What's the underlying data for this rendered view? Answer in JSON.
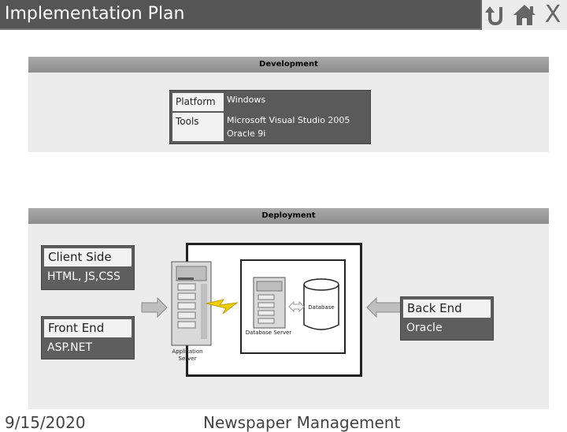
{
  "header": {
    "title": "Implementation Plan",
    "nav": {
      "back_icon": "return-arrow-icon",
      "home_icon": "home-icon",
      "close_label": "X"
    }
  },
  "development": {
    "heading": "Development",
    "rows": [
      {
        "label": "Platform",
        "value_lines": [
          "Windows"
        ]
      },
      {
        "label": "Tools",
        "value_lines": [
          "Microsoft Visual Studio 2005",
          "Oracle 9i"
        ]
      }
    ]
  },
  "deployment": {
    "heading": "Deployment",
    "client_side": {
      "label": "Client Side",
      "value": "HTML, JS,CSS"
    },
    "front_end": {
      "label": "Front End",
      "value": "ASP.NET"
    },
    "back_end": {
      "label": "Back End",
      "value": "Oracle"
    },
    "diagram": {
      "application_server": "Application Server",
      "database_server": "Database Server",
      "database": "Database"
    }
  },
  "footer": {
    "date": "9/15/2020",
    "title": "Newspaper Management"
  },
  "colors": {
    "title_bar": "#555555",
    "panel": "#5e5e5e",
    "section_bg": "#ececec"
  }
}
